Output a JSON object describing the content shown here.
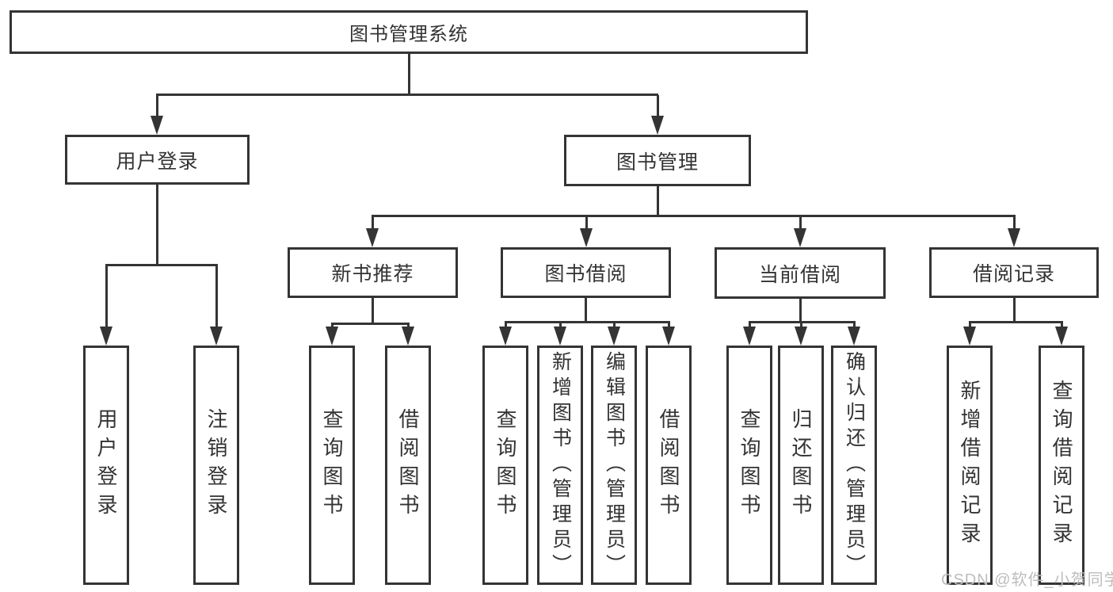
{
  "title": "图书管理系统",
  "watermark": "CSDN @软件_小贺同学",
  "colors": {
    "line": "#343434",
    "text": "#333333",
    "watermark": "#bdbdbd",
    "background": "#ffffff"
  },
  "tree": {
    "root": "图书管理系统",
    "children": [
      {
        "label": "用户登录",
        "children": [
          "用户登录",
          "注销登录"
        ]
      },
      {
        "label": "图书管理",
        "children": [
          {
            "label": "新书推荐",
            "children": [
              "查询图书",
              "借阅图书"
            ]
          },
          {
            "label": "图书借阅",
            "children": [
              "查询图书",
              "新增图书（管理员）",
              "编辑图书（管理员）",
              "借阅图书"
            ]
          },
          {
            "label": "当前借阅",
            "children": [
              "查询图书",
              "归还图书",
              "确认归还（管理员）"
            ]
          },
          {
            "label": "借阅记录",
            "children": [
              "新增借阅记录",
              "查询借阅记录"
            ]
          }
        ]
      }
    ]
  }
}
